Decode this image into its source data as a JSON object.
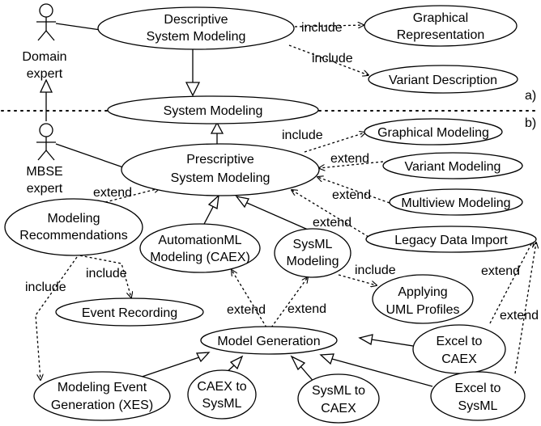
{
  "actors": {
    "domain_expert": [
      "Domain",
      "expert"
    ],
    "mbse_expert": [
      "MBSE",
      "expert"
    ]
  },
  "use_cases": {
    "descriptive_system_modeling": [
      "Descriptive",
      "System Modeling"
    ],
    "graphical_representation": [
      "Graphical",
      "Representation"
    ],
    "variant_description": [
      "Variant Description"
    ],
    "system_modeling": [
      "System Modeling"
    ],
    "prescriptive_system_modeling": [
      "Prescriptive",
      "System Modeling"
    ],
    "graphical_modeling": [
      "Graphical Modeling"
    ],
    "variant_modeling": [
      "Variant Modeling"
    ],
    "multiview_modeling": [
      "Multiview Modeling"
    ],
    "legacy_data_import": [
      "Legacy Data Import"
    ],
    "modeling_recommendations": [
      "Modeling",
      "Recommendations"
    ],
    "automationml_modeling": [
      "AutomationML",
      "Modeling (CAEX)"
    ],
    "sysml_modeling": [
      "SysML",
      "Modeling"
    ],
    "applying_uml_profiles": [
      "Applying",
      "UML Profiles"
    ],
    "event_recording": [
      "Event Recording"
    ],
    "model_generation": [
      "Model Generation"
    ],
    "excel_to_caex": [
      "Excel to",
      "CAEX"
    ],
    "modeling_event_generation": [
      "Modeling Event",
      "Generation (XES)"
    ],
    "caex_to_sysml": [
      "CAEX to",
      "SysML"
    ],
    "sysml_to_caex": [
      "SysML to",
      "CAEX"
    ],
    "excel_to_sysml": [
      "Excel to",
      "SysML"
    ]
  },
  "relations": {
    "include": "include",
    "extend": "extend",
    "extend_cut": "extend"
  },
  "section_labels": {
    "a": "a)",
    "b": "b)"
  }
}
